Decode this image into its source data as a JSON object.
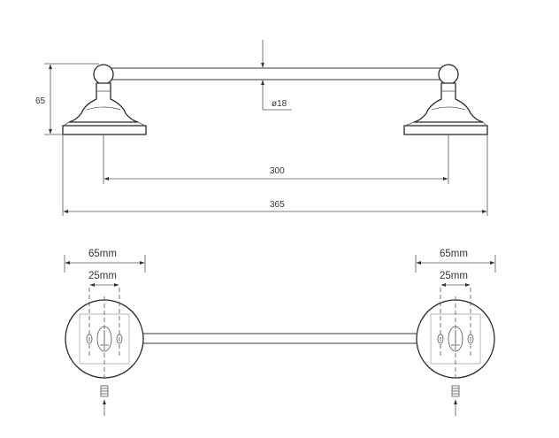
{
  "drawing": {
    "side_view": {
      "height_label": "65",
      "diameter_label": "ø18",
      "centers_label": "300",
      "overall_label": "365"
    },
    "top_view": {
      "left_plate_width_label": "65mm",
      "left_hole_spacing_label": "25mm",
      "right_plate_width_label": "65mm",
      "right_hole_spacing_label": "25mm"
    }
  }
}
